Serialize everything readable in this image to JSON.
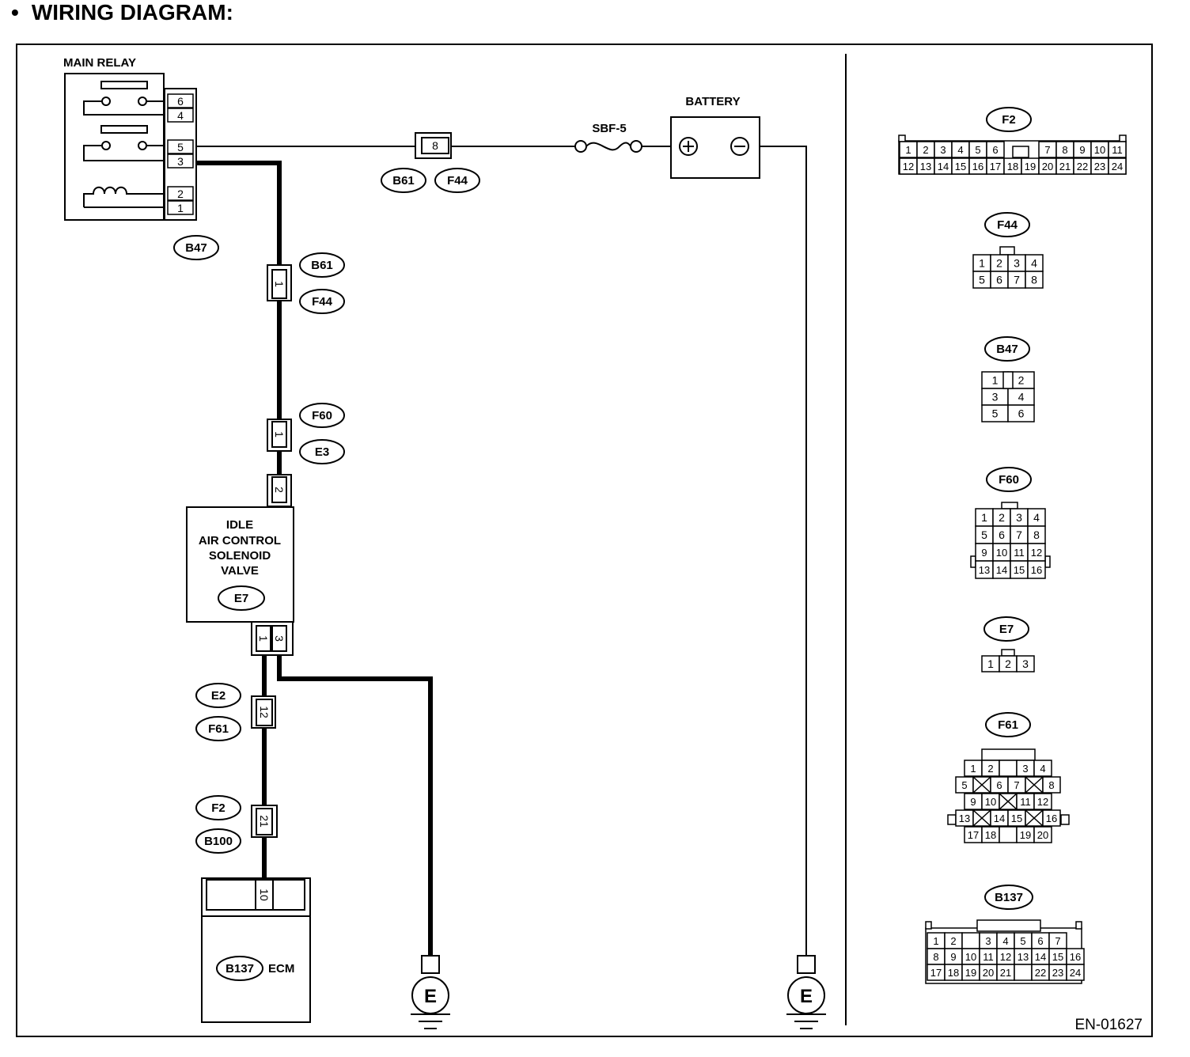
{
  "heading": {
    "bullet": "•",
    "title": "WIRING DIAGRAM:"
  },
  "components": {
    "main_relay": "MAIN RELAY",
    "battery": "BATTERY",
    "fuse": "SBF-5",
    "iacv_lines": [
      "IDLE",
      "AIR CONTROL",
      "SOLENOID",
      "VALVE"
    ],
    "ecm": "ECM",
    "ground": "E"
  },
  "relay_pins": [
    "6",
    "4",
    "5",
    "3",
    "2",
    "1"
  ],
  "connector_tags": {
    "relay": "B47",
    "top_left": "B61",
    "top_right": "F44",
    "v1_a": "B61",
    "v1_b": "F44",
    "v2_a": "F60",
    "v2_b": "E3",
    "valve": "E7",
    "v3_a": "E2",
    "v3_b": "F61",
    "v4_a": "F2",
    "v4_b": "B100",
    "ecm": "B137"
  },
  "wire_pins": {
    "top": "8",
    "v1": "1",
    "v2": "1",
    "valve_in": "2",
    "valve_out_a": "1",
    "valve_out_b": "3",
    "v3": "12",
    "v4": "21",
    "ecm_pin": "10"
  },
  "connector_views": {
    "f2": {
      "name": "F2",
      "row1": [
        "1",
        "2",
        "3",
        "4",
        "5",
        "6",
        "",
        "7",
        "8",
        "9",
        "10",
        "11"
      ],
      "row2": [
        "12",
        "13",
        "14",
        "15",
        "16",
        "17",
        "18",
        "19",
        "20",
        "21",
        "22",
        "23",
        "24"
      ]
    },
    "f44": {
      "name": "F44",
      "rows": [
        [
          "1",
          "2",
          "3",
          "4"
        ],
        [
          "5",
          "6",
          "7",
          "8"
        ]
      ]
    },
    "b47": {
      "name": "B47",
      "rows": [
        [
          "1",
          "2"
        ],
        [
          "3",
          "4"
        ],
        [
          "5",
          "6"
        ]
      ]
    },
    "f60": {
      "name": "F60",
      "rows": [
        [
          "1",
          "2",
          "3",
          "4"
        ],
        [
          "5",
          "6",
          "7",
          "8"
        ],
        [
          "9",
          "10",
          "11",
          "12"
        ],
        [
          "13",
          "14",
          "15",
          "16"
        ]
      ]
    },
    "e7": {
      "name": "E7",
      "rows": [
        [
          "1",
          "2",
          "3"
        ]
      ]
    },
    "f61": {
      "name": "F61",
      "rows": [
        [
          "1",
          "2",
          "",
          "3",
          "4"
        ],
        [
          "5",
          "X",
          "6",
          "7",
          "X",
          "8"
        ],
        [
          "9",
          "10",
          "X",
          "11",
          "12"
        ],
        [
          "13",
          "X",
          "14",
          "15",
          "X",
          "16"
        ],
        [
          "17",
          "18",
          "",
          "19",
          "20"
        ]
      ]
    },
    "b137": {
      "name": "B137",
      "rows": [
        [
          "1",
          "2",
          "",
          "3",
          "4",
          "5",
          "6",
          "7"
        ],
        [
          "8",
          "9",
          "10",
          "11",
          "12",
          "13",
          "14",
          "15",
          "16"
        ],
        [
          "17",
          "18",
          "19",
          "20",
          "21",
          "",
          "22",
          "23",
          "24"
        ]
      ]
    }
  },
  "figure_code": "EN-01627"
}
